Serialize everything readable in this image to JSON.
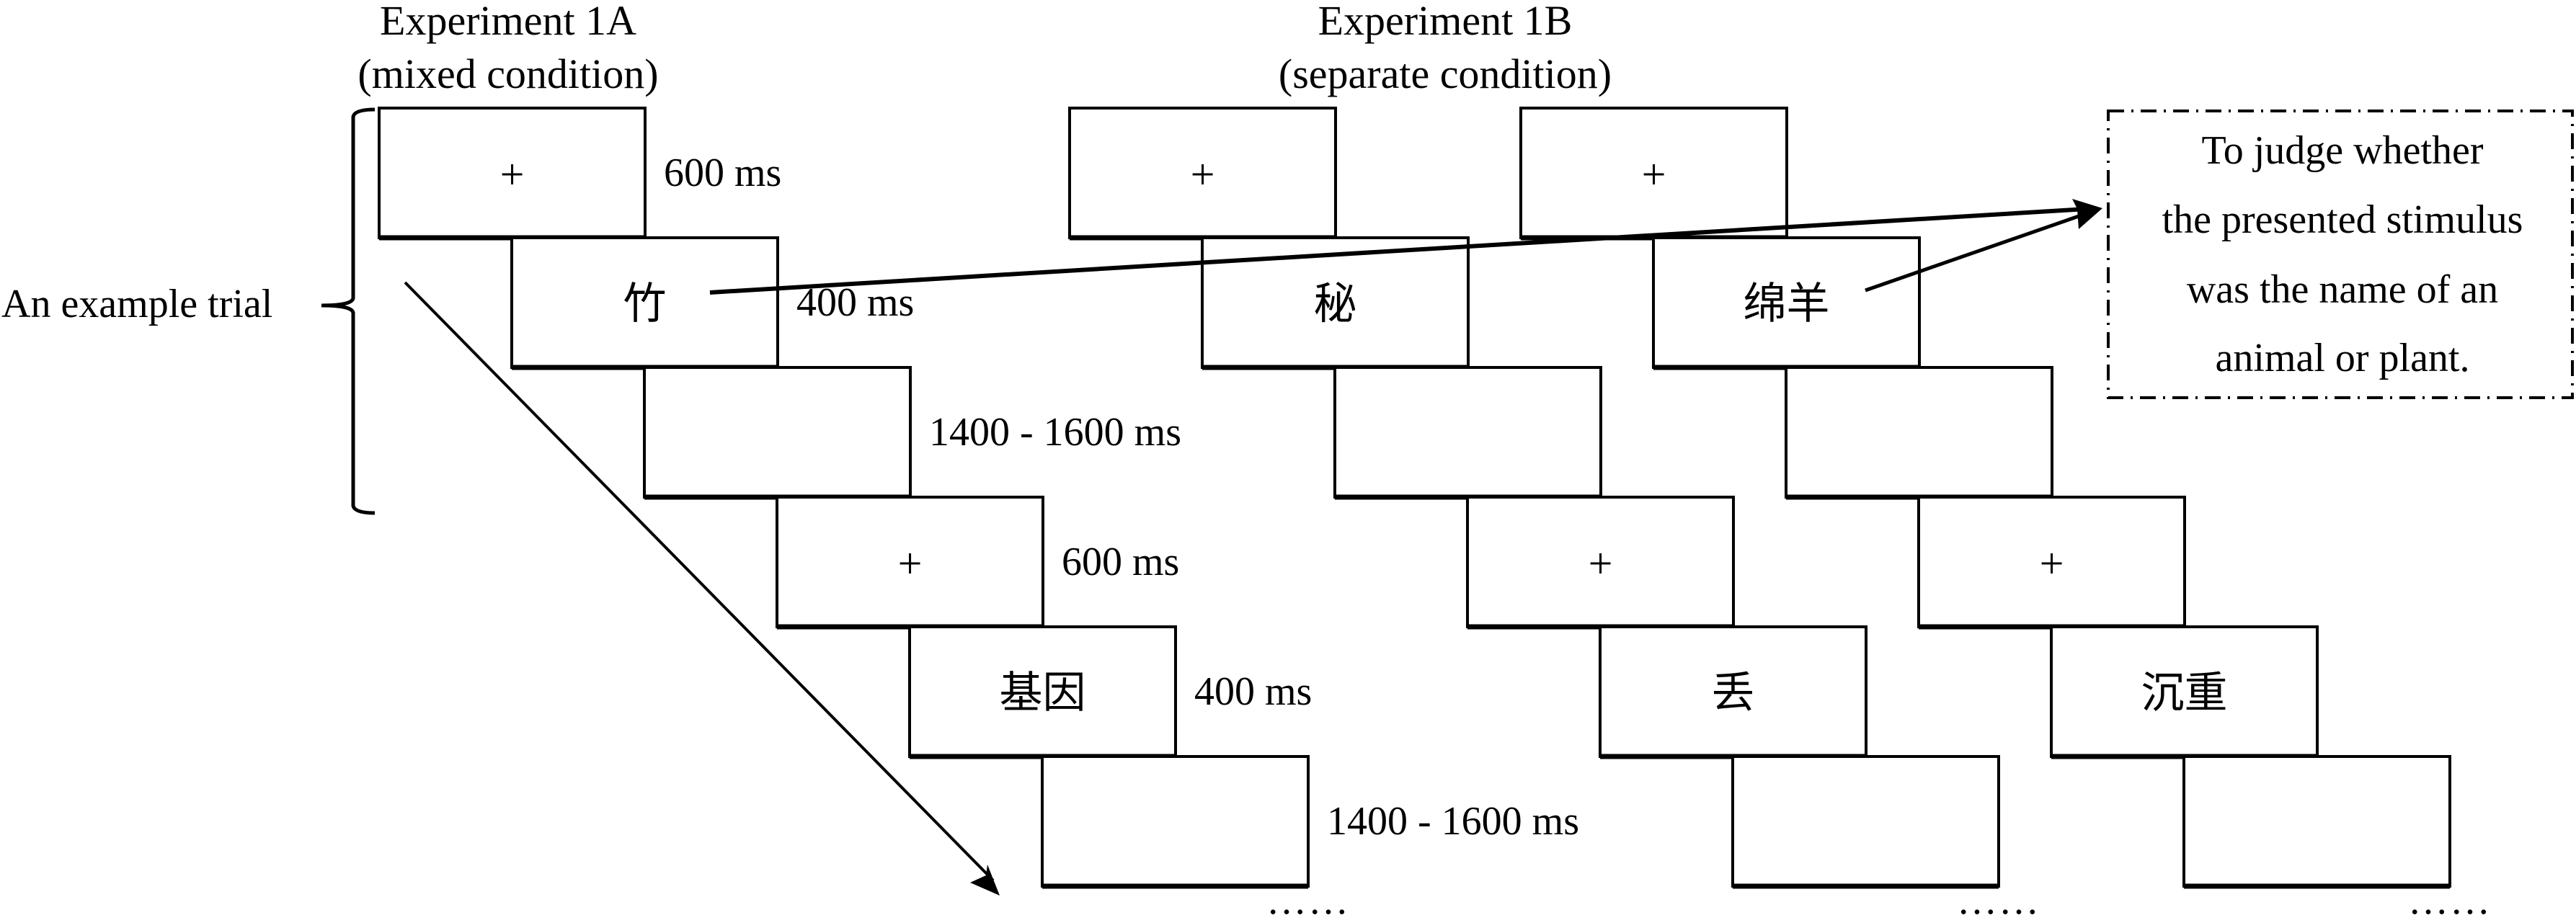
{
  "figure": {
    "background": "#ffffff",
    "ink": "#000000"
  },
  "side_label": "An example trial",
  "experiments": [
    {
      "id": "exp1a",
      "title": "Experiment 1A",
      "subtitle": "(mixed condition)",
      "columns": [
        {
          "frames": [
            {
              "content": "+",
              "type": "fixation",
              "duration": "600 ms"
            },
            {
              "content": "竹",
              "type": "stimulus",
              "duration": "400 ms"
            },
            {
              "content": "",
              "type": "blank",
              "duration": "1400 - 1600 ms"
            },
            {
              "content": "+",
              "type": "fixation",
              "duration": "600 ms"
            },
            {
              "content": "基因",
              "type": "stimulus",
              "duration": "400 ms"
            },
            {
              "content": "",
              "type": "blank",
              "duration": "1400 - 1600 ms"
            }
          ],
          "continuation": "……"
        }
      ]
    },
    {
      "id": "exp1b",
      "title": "Experiment 1B",
      "subtitle": "(separate condition)",
      "columns": [
        {
          "frames": [
            {
              "content": "+",
              "type": "fixation",
              "duration": ""
            },
            {
              "content": "秘",
              "type": "stimulus",
              "duration": ""
            },
            {
              "content": "",
              "type": "blank",
              "duration": ""
            },
            {
              "content": "+",
              "type": "fixation",
              "duration": ""
            },
            {
              "content": "丢",
              "type": "stimulus",
              "duration": ""
            },
            {
              "content": "",
              "type": "blank",
              "duration": ""
            }
          ],
          "continuation": "……"
        },
        {
          "frames": [
            {
              "content": "+",
              "type": "fixation",
              "duration": ""
            },
            {
              "content": "绵羊",
              "type": "stimulus",
              "duration": ""
            },
            {
              "content": "",
              "type": "blank",
              "duration": ""
            },
            {
              "content": "+",
              "type": "fixation",
              "duration": ""
            },
            {
              "content": "沉重",
              "type": "stimulus",
              "duration": ""
            },
            {
              "content": "",
              "type": "blank",
              "duration": ""
            }
          ],
          "continuation": "……"
        }
      ]
    }
  ],
  "task_note": {
    "lines": [
      "To judge whether",
      "the presented stimulus",
      "was the name of an",
      "animal or plant."
    ]
  },
  "arrows": [
    {
      "id": "time-arrow",
      "meaning": "time progression"
    },
    {
      "id": "task-arrow-from-mixed",
      "from": "竹",
      "to": "task_note"
    },
    {
      "id": "task-arrow-from-separate",
      "from": "绵羊",
      "to": "task_note"
    }
  ]
}
